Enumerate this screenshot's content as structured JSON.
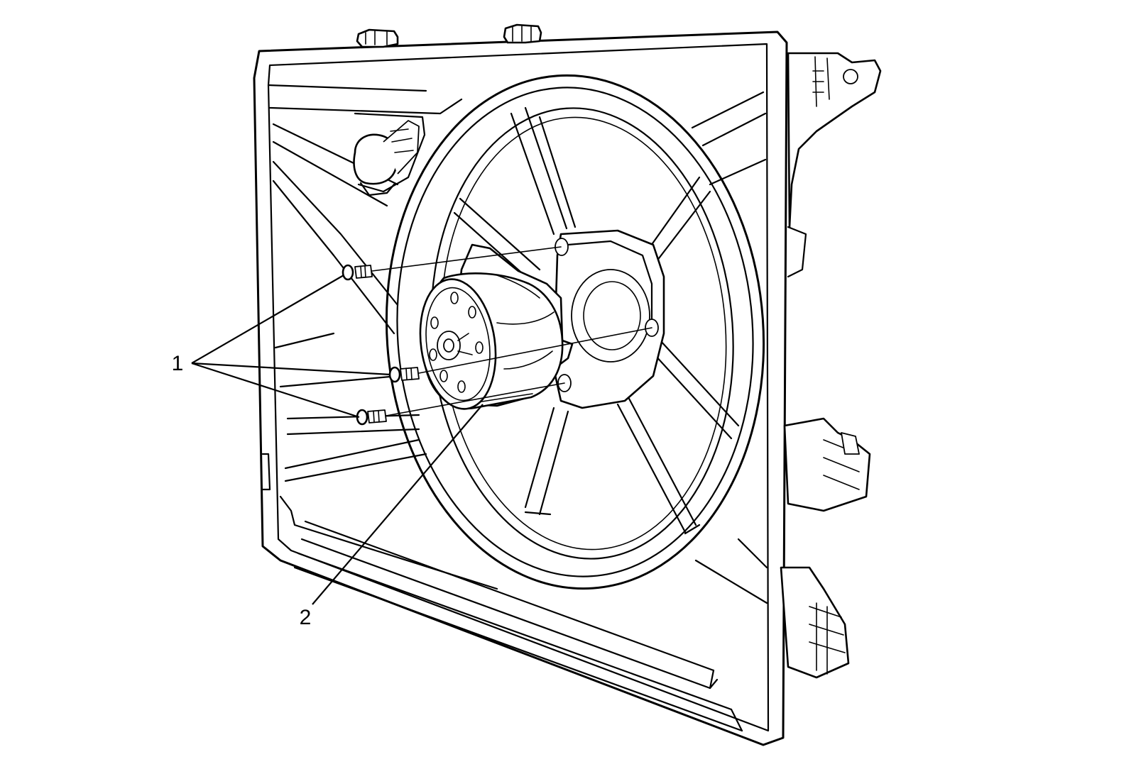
{
  "callouts": [
    {
      "id": "1",
      "label": "1"
    },
    {
      "id": "2",
      "label": "2"
    }
  ],
  "colors": {
    "line": "#000000",
    "background": "#ffffff"
  }
}
